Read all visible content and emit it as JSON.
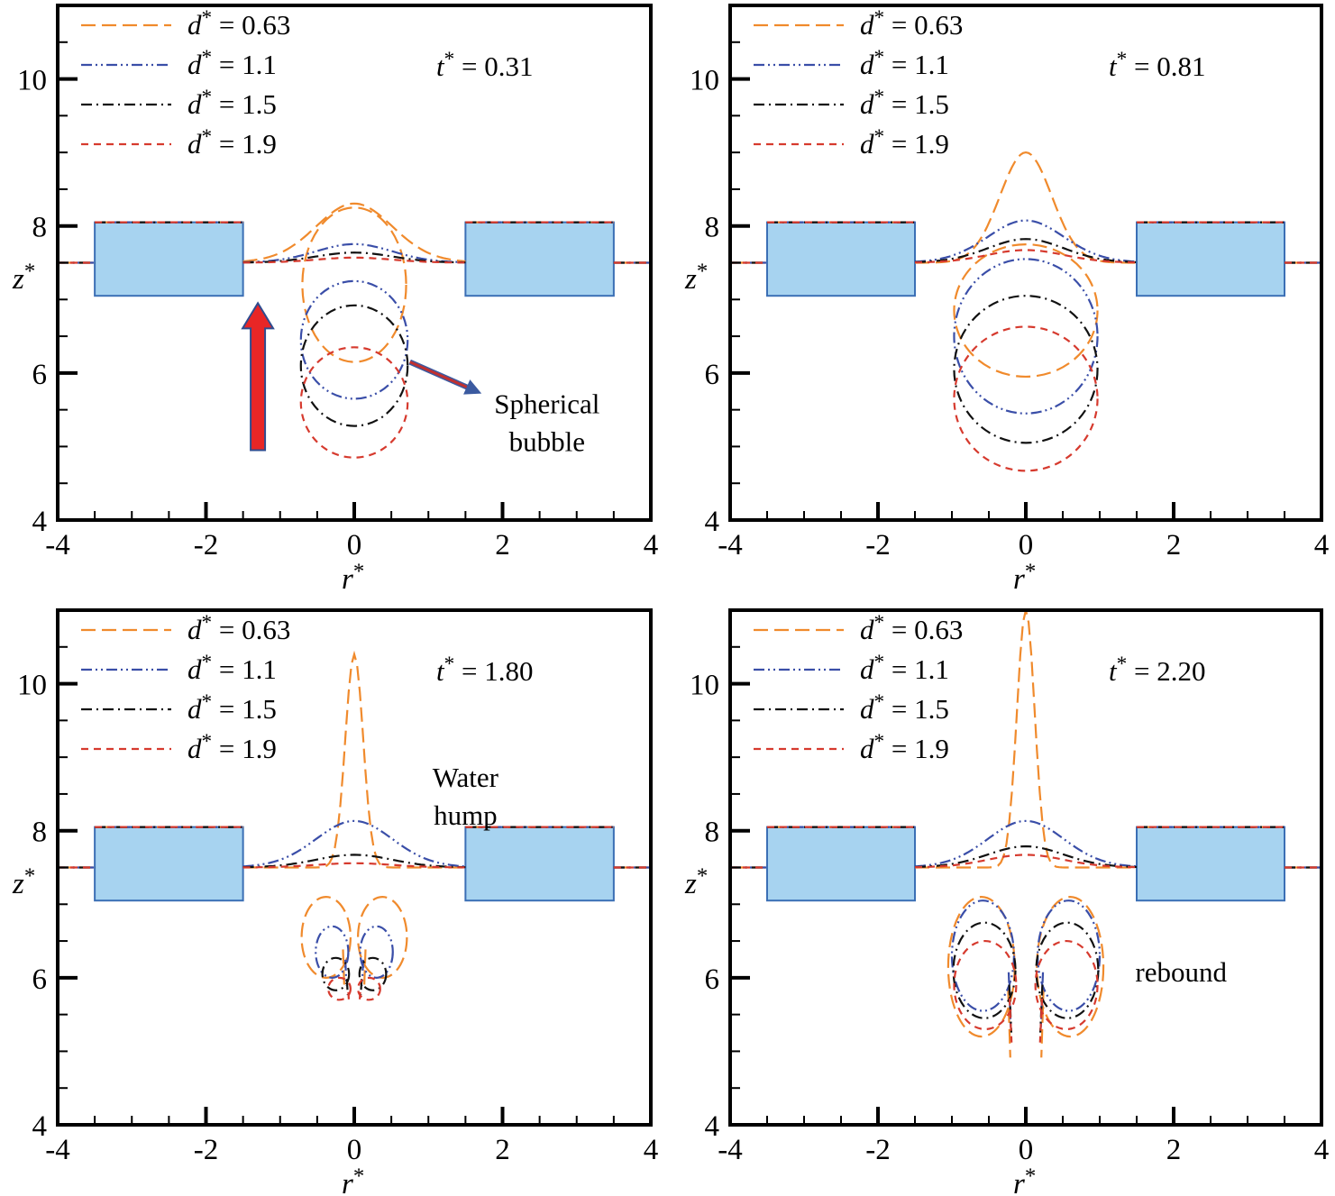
{
  "figure": {
    "legend_labels": [
      "d* = 0.63",
      "d* = 1.1",
      "d* = 1.5",
      "d* = 1.9"
    ]
  },
  "chart_data": [
    {
      "type": "line",
      "panel": "top-left",
      "time_label": "t* = 0.31",
      "xlabel": "r*",
      "ylabel": "z*",
      "xlim": [
        -4,
        4
      ],
      "ylim": [
        4,
        11
      ],
      "x_ticks": [
        "-4",
        "-2",
        "0",
        "2",
        "4"
      ],
      "y_ticks": [
        "4",
        "6",
        "8",
        "10"
      ],
      "legend_placement": "top-left",
      "blocks": [
        {
          "x0": -3.5,
          "x1": -1.5,
          "y0": 7.05,
          "y1": 8.05
        },
        {
          "x0": 1.5,
          "x1": 3.5,
          "y0": 7.05,
          "y1": 8.05
        }
      ],
      "series": [
        {
          "name": "d* = 0.63",
          "color": "#f08a2c",
          "dash": "long-dash",
          "hump_height": 8.2,
          "bubble": {
            "cx": 0,
            "cy": 7.2,
            "rx": 0.7,
            "ry": 1.05
          }
        },
        {
          "name": "d* = 1.1",
          "color": "#3a4ea8",
          "dash": "dash-dot-dot",
          "hump_height": 7.72,
          "bubble": {
            "cx": 0,
            "cy": 6.45,
            "rx": 0.72,
            "ry": 0.8
          }
        },
        {
          "name": "d* = 1.5",
          "color": "#111111",
          "dash": "dash-dot",
          "hump_height": 7.62,
          "bubble": {
            "cx": 0,
            "cy": 6.1,
            "rx": 0.72,
            "ry": 0.82
          }
        },
        {
          "name": "d* = 1.9",
          "color": "#d63a2e",
          "dash": "short-dash",
          "hump_height": 7.56,
          "bubble": {
            "cx": 0,
            "cy": 5.6,
            "rx": 0.72,
            "ry": 0.75
          }
        }
      ],
      "annotations": [
        {
          "type": "text",
          "lines": [
            "Spherical",
            "bubble"
          ],
          "x": 2.6,
          "y": 5.45
        },
        {
          "type": "arrow",
          "from": [
            0.75,
            6.15
          ],
          "to": [
            1.65,
            5.75
          ],
          "color": "#c03030"
        },
        {
          "type": "big-arrow",
          "x": -1.3,
          "from": 4.95,
          "to": 6.95,
          "color": "#e82626"
        }
      ]
    },
    {
      "type": "line",
      "panel": "top-right",
      "time_label": "t* = 0.81",
      "xlabel": "r*",
      "ylabel": "z*",
      "xlim": [
        -4,
        4
      ],
      "ylim": [
        4,
        11
      ],
      "x_ticks": [
        "-4",
        "-2",
        "0",
        "2",
        "4"
      ],
      "y_ticks": [
        "4",
        "6",
        "8",
        "10"
      ],
      "legend_placement": "top-left",
      "blocks": [
        {
          "x0": -3.5,
          "x1": -1.5,
          "y0": 7.05,
          "y1": 8.05
        },
        {
          "x0": 1.5,
          "x1": 3.5,
          "y0": 7.05,
          "y1": 8.05
        }
      ],
      "series": [
        {
          "name": "d* = 0.63",
          "color": "#f08a2c",
          "dash": "long-dash",
          "hump_height": 9.0,
          "bubble": {
            "cx": 0,
            "cy": 6.85,
            "rx": 0.97,
            "ry": 0.9
          }
        },
        {
          "name": "d* = 1.1",
          "color": "#3a4ea8",
          "dash": "dash-dot-dot",
          "hump_height": 8.0,
          "bubble": {
            "cx": 0,
            "cy": 6.5,
            "rx": 0.97,
            "ry": 1.05
          }
        },
        {
          "name": "d* = 1.5",
          "color": "#111111",
          "dash": "dash-dot",
          "hump_height": 7.78,
          "bubble": {
            "cx": 0,
            "cy": 6.05,
            "rx": 0.97,
            "ry": 1.0
          }
        },
        {
          "name": "d* = 1.9",
          "color": "#d63a2e",
          "dash": "short-dash",
          "hump_height": 7.65,
          "bubble": {
            "cx": 0,
            "cy": 5.65,
            "rx": 0.97,
            "ry": 0.98
          }
        }
      ],
      "annotations": []
    },
    {
      "type": "line",
      "panel": "bottom-left",
      "time_label": "t* = 1.80",
      "xlabel": "r*",
      "ylabel": "z*",
      "xlim": [
        -4,
        4
      ],
      "ylim": [
        4,
        11
      ],
      "x_ticks": [
        "-4",
        "-2",
        "0",
        "2",
        "4"
      ],
      "y_ticks": [
        "4",
        "6",
        "8",
        "10"
      ],
      "legend_placement": "top-left",
      "blocks": [
        {
          "x0": -3.5,
          "x1": -1.5,
          "y0": 7.05,
          "y1": 8.05
        },
        {
          "x0": 1.5,
          "x1": 3.5,
          "y0": 7.05,
          "y1": 8.05
        }
      ],
      "series": [
        {
          "name": "d* = 0.63",
          "color": "#f08a2c",
          "dash": "long-dash",
          "hump_height": 10.4,
          "bubble_rings": [
            {
              "cx": 0.38,
              "cy": 6.55,
              "rx": 0.33,
              "ry": 0.55
            }
          ]
        },
        {
          "name": "d* = 1.1",
          "color": "#3a4ea8",
          "dash": "dash-dot-dot",
          "hump_height": 8.05,
          "bubble_rings": [
            {
              "cx": 0.3,
              "cy": 6.35,
              "rx": 0.22,
              "ry": 0.35
            }
          ]
        },
        {
          "name": "d* = 1.5",
          "color": "#111111",
          "dash": "dash-dot",
          "hump_height": 7.65,
          "bubble_rings": [
            {
              "cx": 0.25,
              "cy": 6.05,
              "rx": 0.18,
              "ry": 0.22
            }
          ]
        },
        {
          "name": "d* = 1.9",
          "color": "#d63a2e",
          "dash": "short-dash",
          "hump_height": 7.55,
          "bubble_rings": [
            {
              "cx": 0.2,
              "cy": 5.85,
              "rx": 0.15,
              "ry": 0.15
            }
          ]
        }
      ],
      "annotations": [
        {
          "type": "text",
          "lines": [
            "Water",
            "hump"
          ],
          "x": 1.5,
          "y": 8.6
        }
      ]
    },
    {
      "type": "line",
      "panel": "bottom-right",
      "time_label": "t* = 2.20",
      "xlabel": "r*",
      "ylabel": "z*",
      "xlim": [
        -4,
        4
      ],
      "ylim": [
        4,
        11
      ],
      "x_ticks": [
        "-4",
        "-2",
        "0",
        "2",
        "4"
      ],
      "y_ticks": [
        "4",
        "6",
        "8",
        "10"
      ],
      "legend_placement": "top-left",
      "blocks": [
        {
          "x0": -3.5,
          "x1": -1.5,
          "y0": 7.05,
          "y1": 8.05
        },
        {
          "x0": 1.5,
          "x1": 3.5,
          "y0": 7.05,
          "y1": 8.05
        }
      ],
      "series": [
        {
          "name": "d* = 0.63",
          "color": "#f08a2c",
          "dash": "long-dash",
          "hump_height": 11.0,
          "bubble_rings": [
            {
              "cx": 0.6,
              "cy": 6.15,
              "rx": 0.45,
              "ry": 0.95
            }
          ]
        },
        {
          "name": "d* = 1.1",
          "color": "#3a4ea8",
          "dash": "dash-dot-dot",
          "hump_height": 8.05,
          "bubble_rings": [
            {
              "cx": 0.58,
              "cy": 6.3,
              "rx": 0.42,
              "ry": 0.75
            }
          ]
        },
        {
          "name": "d* = 1.5",
          "color": "#111111",
          "dash": "dash-dot",
          "hump_height": 7.75,
          "bubble_rings": [
            {
              "cx": 0.56,
              "cy": 6.1,
              "rx": 0.42,
              "ry": 0.65
            }
          ]
        },
        {
          "name": "d* = 1.9",
          "color": "#d63a2e",
          "dash": "short-dash",
          "hump_height": 7.65,
          "bubble_rings": [
            {
              "cx": 0.55,
              "cy": 5.9,
              "rx": 0.42,
              "ry": 0.6
            }
          ]
        }
      ],
      "annotations": [
        {
          "type": "text",
          "lines": [
            "rebound"
          ],
          "x": 2.1,
          "y": 5.95
        }
      ]
    }
  ]
}
